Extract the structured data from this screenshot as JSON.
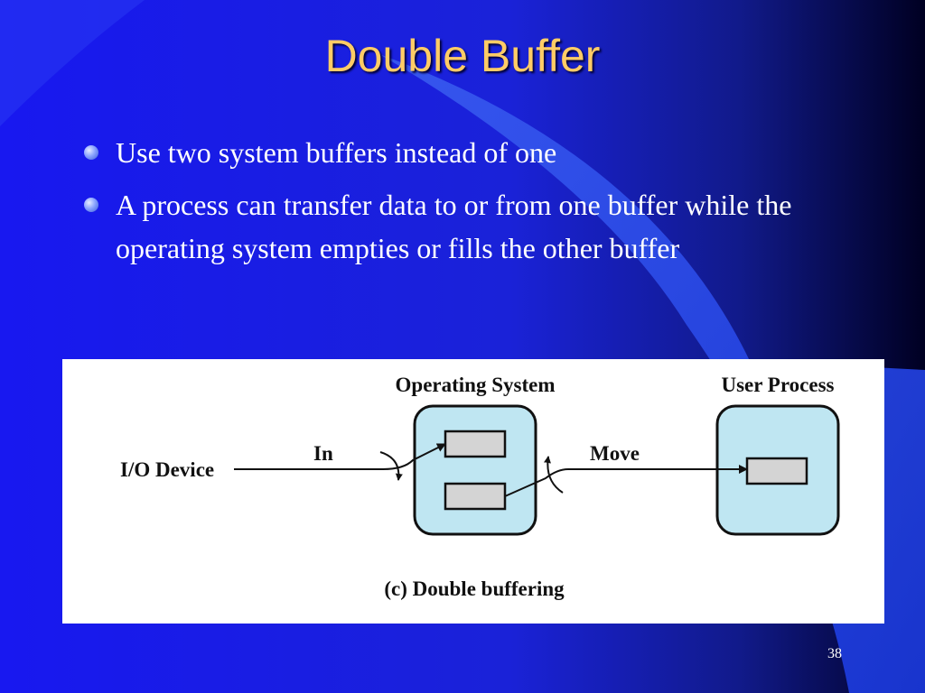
{
  "slide": {
    "title": "Double Buffer",
    "bullets": [
      "Use two system buffers instead of one",
      "A process can transfer data to or from one buffer while the operating system empties or fills the other buffer"
    ],
    "page_number": "38"
  },
  "diagram": {
    "labels": {
      "io_device": "I/O Device",
      "in": "In",
      "operating_system": "Operating System",
      "move": "Move",
      "user_process": "User Process",
      "caption": "(c) Double buffering"
    }
  },
  "colors": {
    "background": "#1a1aee",
    "title": "#ffcc66",
    "box_fill": "#bfe6f2",
    "buffer_fill": "#d4d4d4"
  }
}
